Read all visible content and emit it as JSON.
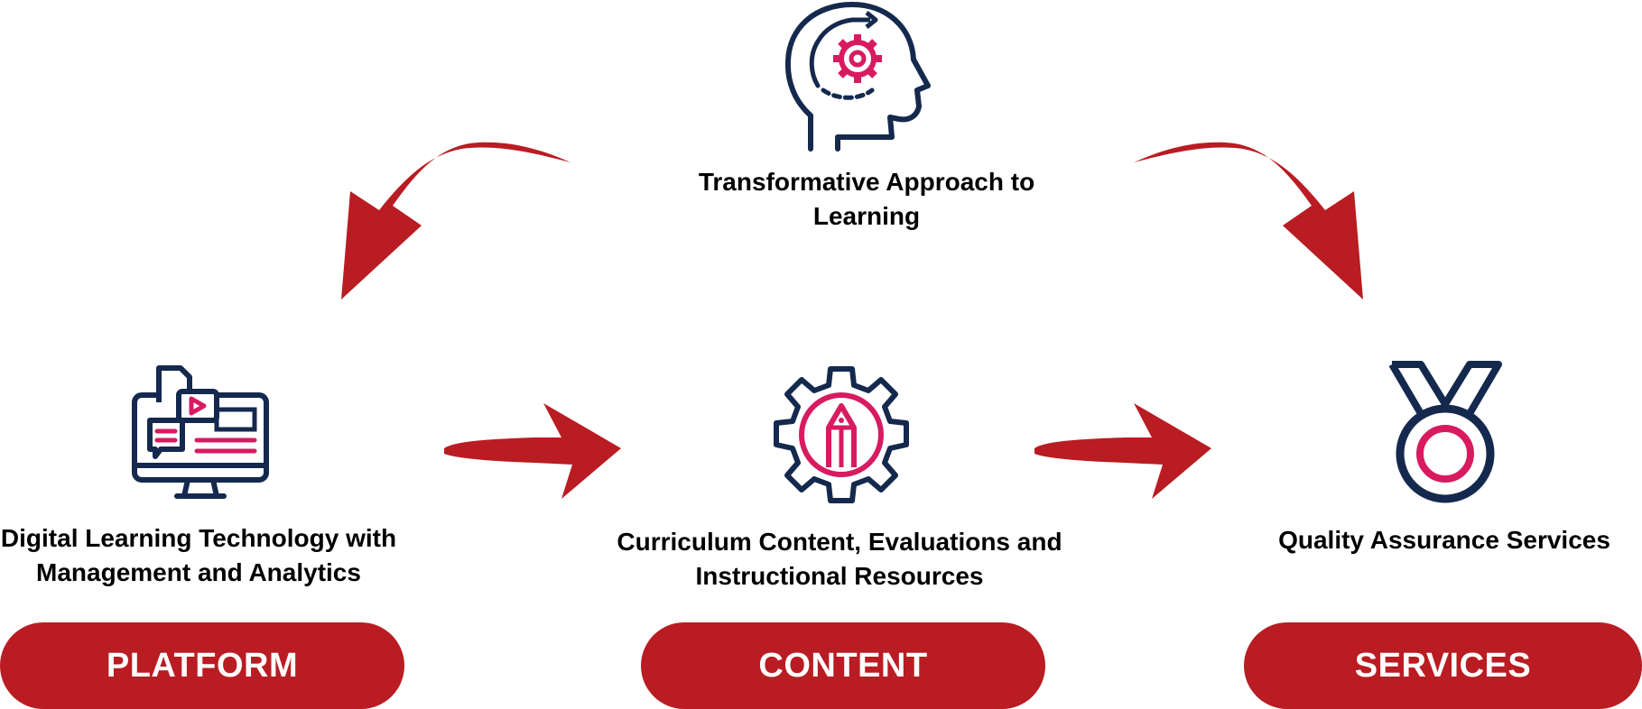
{
  "colors": {
    "arrow": "#b91c22",
    "pill": "#b91c22",
    "pill_text": "#ffffff",
    "icon_outline": "#14294d",
    "icon_accent": "#d81b60"
  },
  "top": {
    "icon": "head-gear-icon",
    "label_line1": "Transformative Approach to",
    "label_line2": "Learning"
  },
  "pillars": [
    {
      "icon": "computer-monitor-media-icon",
      "label_line1": "Digital Learning Technology with",
      "label_line2": "Management and Analytics",
      "pill": "PLATFORM"
    },
    {
      "icon": "gear-pencil-icon",
      "label_line1": "Curriculum Content, Evaluations and",
      "label_line2": "Instructional Resources",
      "pill": "CONTENT"
    },
    {
      "icon": "medal-icon",
      "label_line1": "Quality Assurance Services",
      "label_line2": "",
      "pill": "SERVICES"
    }
  ]
}
